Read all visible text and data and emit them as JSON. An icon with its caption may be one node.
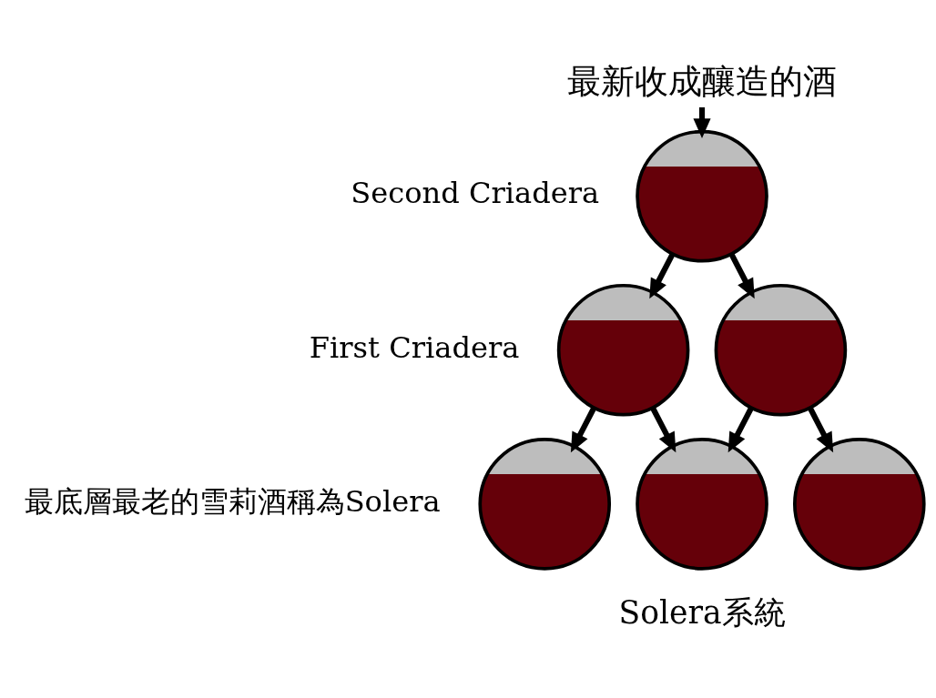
{
  "diagram": {
    "nodes": [
      {
        "text": [
          "最新收成釀造的酒"
        ]
      },
      {
        "text": [],
        "shape": "circle",
        "beside": [
          "Second Criadera"
        ]
      },
      {
        "text": [],
        "shape": "circle",
        "beside": [
          "First Criadera"
        ]
      },
      {
        "text": [],
        "shape": "circle"
      },
      {
        "text": [],
        "shape": "circle",
        "beside": [
          "最底層最老的雪莉酒稱為Solera"
        ]
      },
      {
        "text": [],
        "shape": "circle"
      },
      {
        "text": [],
        "shape": "circle"
      }
    ],
    "edges": [
      {
        "from": 0,
        "to": 1,
        "arrow": "to"
      },
      {
        "from": 1,
        "to": 2,
        "arrow": "to"
      },
      {
        "from": 1,
        "to": 3,
        "arrow": "to"
      },
      {
        "from": 2,
        "to": 4,
        "arrow": "to"
      },
      {
        "from": 2,
        "to": 5,
        "arrow": "to"
      },
      {
        "from": 3,
        "to": 5,
        "arrow": "to"
      },
      {
        "from": 3,
        "to": 6,
        "arrow": "to"
      }
    ],
    "labels": [
      "Solera系統"
    ]
  }
}
